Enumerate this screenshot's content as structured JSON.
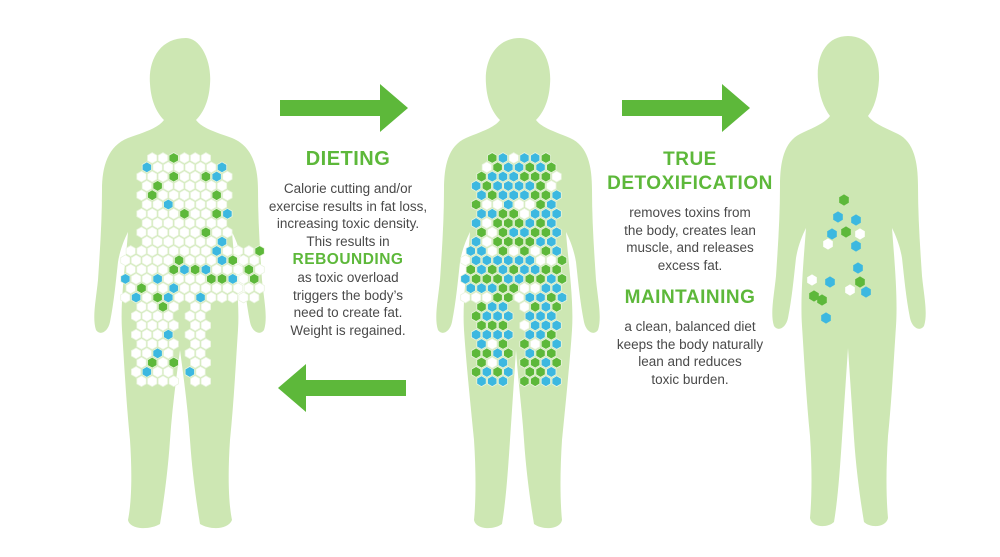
{
  "colors": {
    "body_fill": "#cde7b3",
    "arrow_green": "#5db83a",
    "hex_white": "#ffffff",
    "hex_green": "#5db83a",
    "hex_blue": "#3cb8e0",
    "text_gray": "#4a4a4a"
  },
  "dieting": {
    "title": "DIETING",
    "description": "Calorie cutting and/or exercise results in fat loss, increasing toxic density. This results in",
    "line1": "Calorie cutting and/or",
    "line2": "exercise results in fat loss,",
    "line3": "increasing toxic density.",
    "line4": "This results in"
  },
  "rebounding": {
    "title": "REBOUNDING",
    "line1": "as toxic overload",
    "line2": "triggers the body’s",
    "line3": "need to create fat.",
    "line4": "Weight is regained."
  },
  "detox": {
    "title_line1": "TRUE",
    "title_line2": "DETOXIFICATION",
    "line1": "removes toxins from",
    "line2": "the body, creates lean",
    "line3": "muscle, and releases",
    "line4": "excess fat."
  },
  "maintaining": {
    "title": "MAINTAINING",
    "line1": "a clean, balanced diet",
    "line2": "keeps the body naturally",
    "line3": "lean and reduces",
    "line4": "toxic burden."
  },
  "figures": [
    {
      "name": "figure-before",
      "state": "heavy, many fat cells"
    },
    {
      "name": "figure-middle",
      "state": "denser toxic cells"
    },
    {
      "name": "figure-after",
      "state": "lean, few cells"
    }
  ],
  "arrows": [
    {
      "name": "arrow-right-1",
      "direction": "right"
    },
    {
      "name": "arrow-left",
      "direction": "left"
    },
    {
      "name": "arrow-right-2",
      "direction": "right"
    }
  ]
}
